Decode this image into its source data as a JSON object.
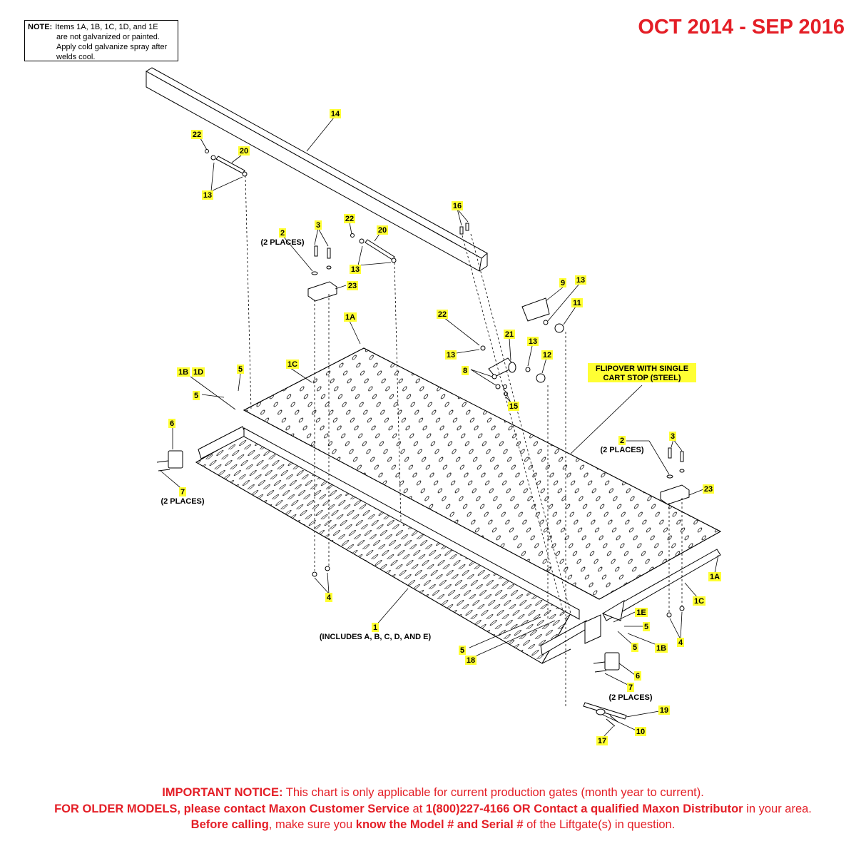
{
  "note": {
    "heading": "NOTE:",
    "lines": [
      "Items 1A, 1B, 1C, 1D, and 1E",
      "are not galvanized or painted.",
      "Apply cold galvanize spray after",
      "welds cool."
    ]
  },
  "date_range": "OCT 2014 - SEP 2016",
  "callouts": {
    "c14": "14",
    "c22a": "22",
    "c20a": "20",
    "c13a": "13",
    "c2a": "2",
    "c2a_sub": "(2 PLACES)",
    "c3a": "3",
    "c23a": "23",
    "c22b": "22",
    "c20b": "20",
    "c13b": "13",
    "c16": "16",
    "c9": "9",
    "c13c": "13",
    "c11": "11",
    "c22c": "22",
    "c13d": "13",
    "c21": "21",
    "c13e": "13",
    "c12": "12",
    "c8": "8",
    "c15": "15",
    "c1a_top": "1A",
    "c1b": "1B",
    "c1d": "1D",
    "c5a": "5",
    "c5b": "5",
    "c1c_top": "1C",
    "c6a": "6",
    "c7a": "7",
    "c7a_sub": "(2 PLACES)",
    "flipover_line1": "FLIPOVER WITH SINGLE",
    "flipover_line2": "CART STOP (STEEL)",
    "c2b": "2",
    "c2b_sub": "(2 PLACES)",
    "c3b": "3",
    "c23b": "23",
    "c1a_right": "1A",
    "c1c_right": "1C",
    "c4a": "4",
    "c4b": "4",
    "c1": "1",
    "c1_sub": "(INCLUDES A, B, C, D, AND E)",
    "c5c": "5",
    "c18": "18",
    "c1e": "1E",
    "c5d": "5",
    "c5e": "5",
    "c1b_b": "1B",
    "c6b": "6",
    "c7b": "7",
    "c7b_sub": "(2 PLACES)",
    "c19": "19",
    "c10": "10",
    "c17": "17"
  },
  "notice": {
    "important_label": "IMPORTANT NOTICE:",
    "important_text": " This chart is only applicable for current production gates (month year to current).",
    "older_label": "FOR OLDER MODELS, please contact Maxon Customer Service",
    "at": " at ",
    "phone": "1(800)227-4166 OR Contact a qualified Maxon Distributor",
    "in_area": " in your area. ",
    "before_calling": "Before calling",
    "make_sure": ", make sure you ",
    "know_model": "know the Model # and Serial #",
    "of_liftgate": " of the Liftgate(s) in question."
  }
}
